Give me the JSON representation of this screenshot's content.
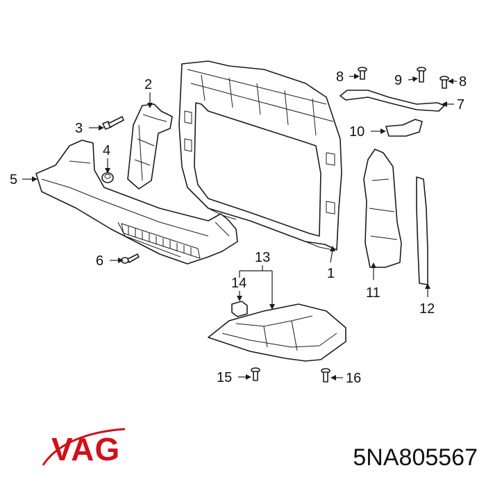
{
  "callouts": [
    {
      "id": "1",
      "label": "1"
    },
    {
      "id": "2",
      "label": "2"
    },
    {
      "id": "3",
      "label": "3"
    },
    {
      "id": "4",
      "label": "4"
    },
    {
      "id": "5",
      "label": "5"
    },
    {
      "id": "6",
      "label": "6"
    },
    {
      "id": "7",
      "label": "7"
    },
    {
      "id": "8a",
      "label": "8"
    },
    {
      "id": "8b",
      "label": "8"
    },
    {
      "id": "9",
      "label": "9"
    },
    {
      "id": "10",
      "label": "10"
    },
    {
      "id": "11",
      "label": "11"
    },
    {
      "id": "12",
      "label": "12"
    },
    {
      "id": "13",
      "label": "13"
    },
    {
      "id": "14",
      "label": "14"
    },
    {
      "id": "15",
      "label": "15"
    },
    {
      "id": "16",
      "label": "16"
    }
  ],
  "brand": {
    "name": "VAG",
    "color": "#d0101a"
  },
  "part_number": "5NA805567"
}
